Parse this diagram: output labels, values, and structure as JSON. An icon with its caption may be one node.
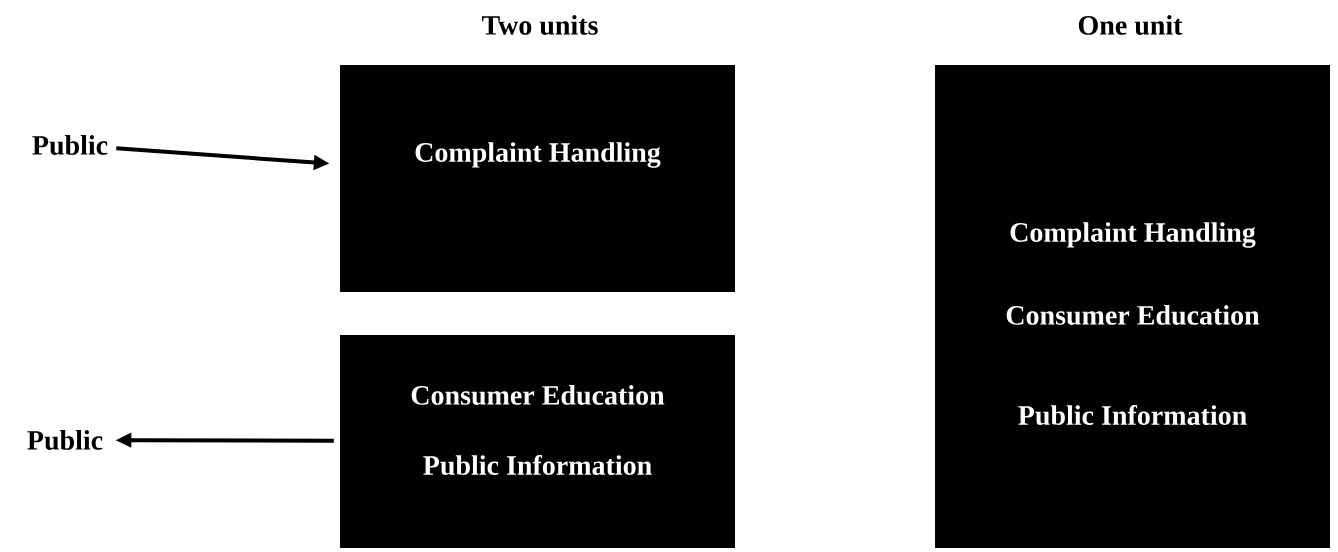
{
  "diagram": {
    "nodes": [
      {
        "text": [
          "Public"
        ]
      },
      {
        "text": [
          "Complaint Handling"
        ]
      },
      {
        "text": [
          "Public"
        ]
      },
      {
        "text": [
          "Consumer Education",
          "Public Information"
        ]
      },
      {
        "text": [
          "Complaint Handling",
          "Consumer Education",
          "Public Information"
        ]
      }
    ],
    "edges": [
      {
        "from": 0,
        "to": 1,
        "arrow": "to"
      },
      {
        "from": 3,
        "to": 2,
        "arrow": "to"
      }
    ],
    "labels": [
      "Two units",
      "One unit"
    ]
  }
}
